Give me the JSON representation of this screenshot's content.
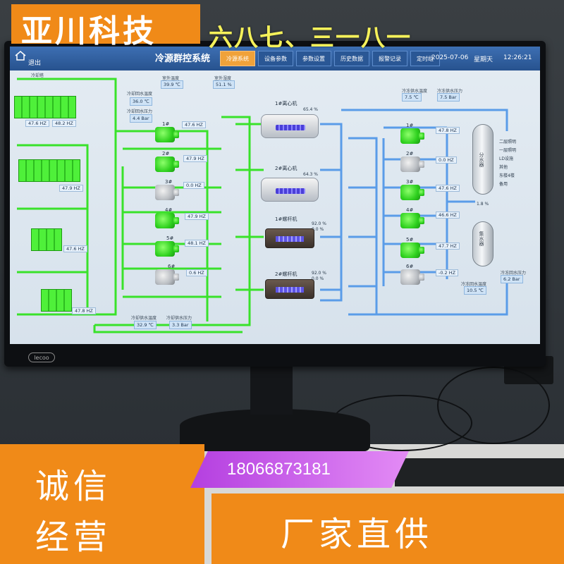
{
  "overlay": {
    "brand": "亚川科技",
    "top_slogan": "六八七、三一八一",
    "slogan_left_1": "诚信",
    "slogan_left_2": "经营",
    "phone": "18066873181",
    "slogan_right": "厂家直供"
  },
  "monitor": {
    "logo": "lecoo"
  },
  "header": {
    "exit_label": "退出",
    "title": "冷源群控系统",
    "tabs": [
      {
        "label": "冷源系统",
        "active": true
      },
      {
        "label": "设备参数",
        "active": false
      },
      {
        "label": "参数设置",
        "active": false
      },
      {
        "label": "历史数据",
        "active": false
      },
      {
        "label": "报警记录",
        "active": false
      },
      {
        "label": "定时组",
        "active": false
      }
    ],
    "date": "2025-07-06",
    "weekday": "星期天",
    "time": "12:26:21"
  },
  "cooling_tower": {
    "label": "冷却塔",
    "hz": [
      "47.6 HZ",
      "48.2 HZ",
      "47.9 HZ",
      "47.6 HZ",
      "47.8 HZ"
    ]
  },
  "top_readouts": {
    "outdoor_temp_label": "室外温度",
    "outdoor_temp": "39.9 ℃",
    "outdoor_humidity_label": "室外湿度",
    "outdoor_humidity": "51.1 %",
    "cw_return_temp_label": "冷却回水温度",
    "cw_return_temp": "36.0 ℃",
    "cw_return_pressure_label": "冷却回水压力",
    "cw_return_pressure": "4.4 Bar",
    "chw_supply_temp_label": "冷冻供水温度",
    "chw_supply_temp": "7.5 ℃",
    "chw_supply_pressure_label": "冷冻供水压力",
    "chw_supply_pressure": "7.5 Bar"
  },
  "cw_pumps": [
    {
      "name": "1#",
      "hz": "47.6 HZ",
      "status": "on"
    },
    {
      "name": "2#",
      "hz": "47.9 HZ",
      "status": "on"
    },
    {
      "name": "3#",
      "hz": "0.0 HZ",
      "status": "off"
    },
    {
      "name": "4#",
      "hz": "47.9 HZ",
      "status": "on"
    },
    {
      "name": "5#",
      "hz": "48.1 HZ",
      "status": "on"
    },
    {
      "name": "6#",
      "hz": "0.6 HZ",
      "status": "off"
    }
  ],
  "chillers": [
    {
      "name": "1#离心机",
      "load": "65.4 %",
      "extra": ""
    },
    {
      "name": "2#离心机",
      "load": "64.3 %",
      "extra": ""
    },
    {
      "name": "1#螺杆机",
      "load": "92.0 %",
      "extra": "0.0 %"
    },
    {
      "name": "2#螺杆机",
      "load": "92.0 %",
      "extra": "0.0 %"
    }
  ],
  "chw_pumps": [
    {
      "name": "1#",
      "hz": "47.8 HZ",
      "status": "on"
    },
    {
      "name": "2#",
      "hz": "0.0 HZ",
      "status": "off"
    },
    {
      "name": "3#",
      "hz": "47.6 HZ",
      "status": "on"
    },
    {
      "name": "4#",
      "hz": "46.6 HZ",
      "status": "on"
    },
    {
      "name": "5#",
      "hz": "47.7 HZ",
      "status": "on"
    },
    {
      "name": "6#",
      "hz": "-0.2 HZ",
      "status": "off"
    }
  ],
  "tanks": {
    "supply_label": "分水器",
    "return_label": "集水器",
    "bypass_pct": "1.8 %",
    "branches": [
      "二层照明",
      "一层照明",
      "LD设施",
      "其他",
      "东楼4楼",
      "备用"
    ]
  },
  "bottom_readouts": {
    "cw_supply_temp_label": "冷却供水温度",
    "cw_supply_temp": "32.9 ℃",
    "cw_supply_pressure_label": "冷却供水压力",
    "cw_supply_pressure": "3.3 Bar",
    "chw_return_temp_label": "冷冻回水温度",
    "chw_return_temp": "10.5 ℃",
    "chw_return_pressure_label": "冷冻回水压力",
    "chw_return_pressure": "6.2 Bar"
  },
  "colors": {
    "cooling_pipe": "#39e22a",
    "chilled_pipe": "#5a9ce8",
    "accent_orange": "#f08a18",
    "header_blue": "#2f5f9f"
  }
}
